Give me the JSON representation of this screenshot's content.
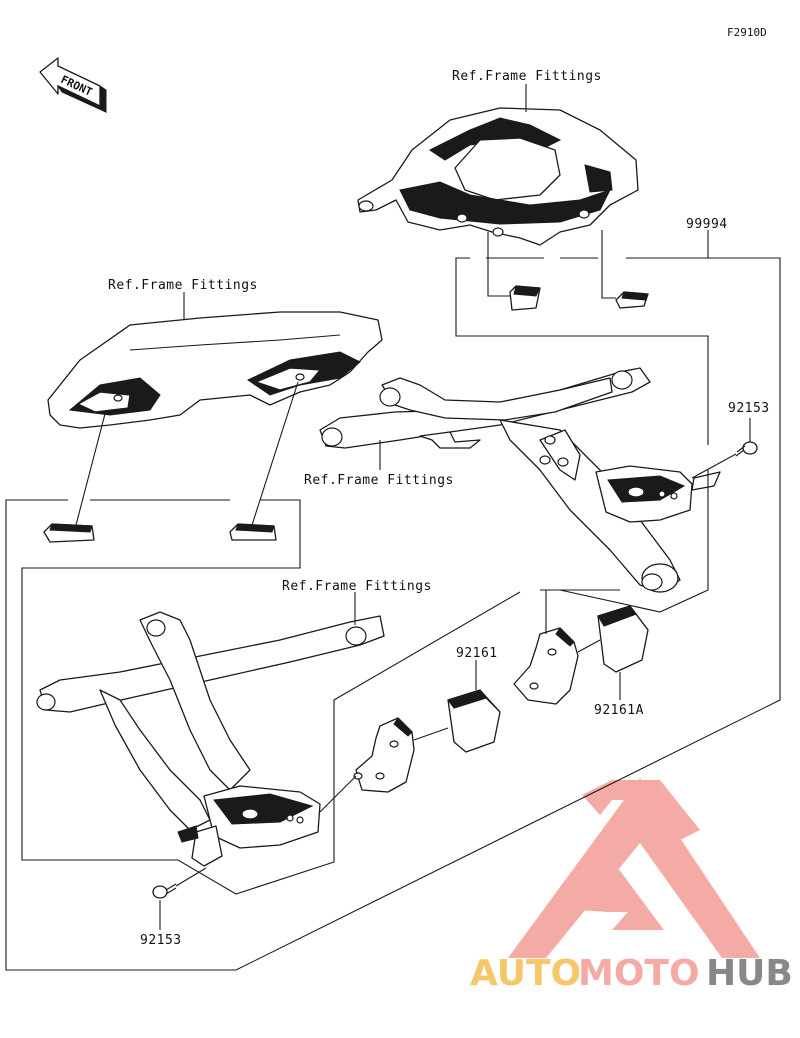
{
  "figure_code": "F2910D",
  "front_label": "FRONT",
  "callouts": {
    "ref_frame_top": "Ref.Frame Fittings",
    "ref_frame_left": "Ref.Frame Fittings",
    "ref_frame_mid": "Ref.Frame Fittings",
    "ref_frame_lower": "Ref.Frame Fittings",
    "part_99994": "99994",
    "part_92153_right": "92153",
    "part_92153_left": "92153",
    "part_92161": "92161",
    "part_92161A": "92161A"
  },
  "watermark": {
    "auto": "AUTO",
    "moto": "MOTO",
    "hub": "HUB",
    "colors": {
      "auto": "#f5c25a",
      "moto": "#f4a39c",
      "hub": "#7c7c7c",
      "logo": "#f4a39c"
    }
  }
}
